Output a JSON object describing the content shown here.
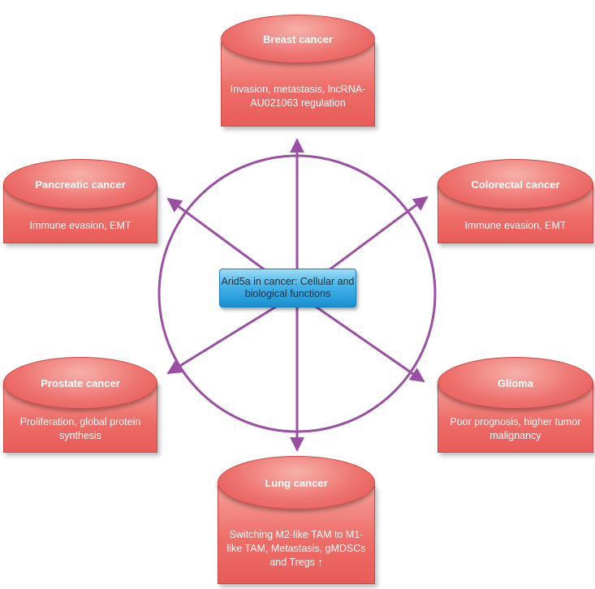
{
  "center": {
    "label": "Arid5a in cancer: Cellular and biological functions"
  },
  "nodes": [
    {
      "id": "breast",
      "title": "Breast cancer",
      "description": "Invasion, metastasis, lncRNA-AU021063 regulation"
    },
    {
      "id": "pancreatic",
      "title": "Pancreatic cancer",
      "description": "Immune evasion, EMT"
    },
    {
      "id": "colorectal",
      "title": "Colorectal cancer",
      "description": "Immune evasion, EMT"
    },
    {
      "id": "prostate",
      "title": "Prostate cancer",
      "description": "Proliferation, global protein synthesis"
    },
    {
      "id": "glioma",
      "title": "Glioma",
      "description": "Poor prognosis, higher tumor malignancy"
    },
    {
      "id": "lung",
      "title": "Lung cancer",
      "description": "Switching M2-like TAM to M1-like TAM, Metastasis, gMDSCs and Tregs ↑"
    }
  ],
  "colors": {
    "arrow": "#9b4fa3",
    "node_fill": "#ee6d68",
    "center_fill": "#2f9fe0"
  }
}
